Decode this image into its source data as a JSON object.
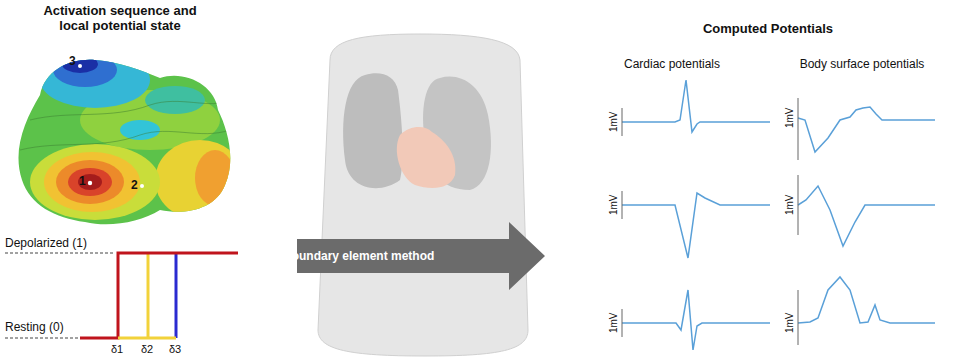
{
  "diagram": {
    "nodes": [
      {
        "text": [
          "Boundary element method"
        ]
      }
    ],
    "labels": [
      "Activation sequence and local potential state",
      "3",
      "1",
      "2",
      "Depolarized (1)",
      "Resting (0)",
      "δ1",
      "δ2",
      "δ3",
      "Computed Potentials",
      "Cardiac potentials",
      "Body surface potentials",
      "1mV",
      "1mV",
      "1mV",
      "1mV",
      "1mV",
      "1mV"
    ]
  }
}
